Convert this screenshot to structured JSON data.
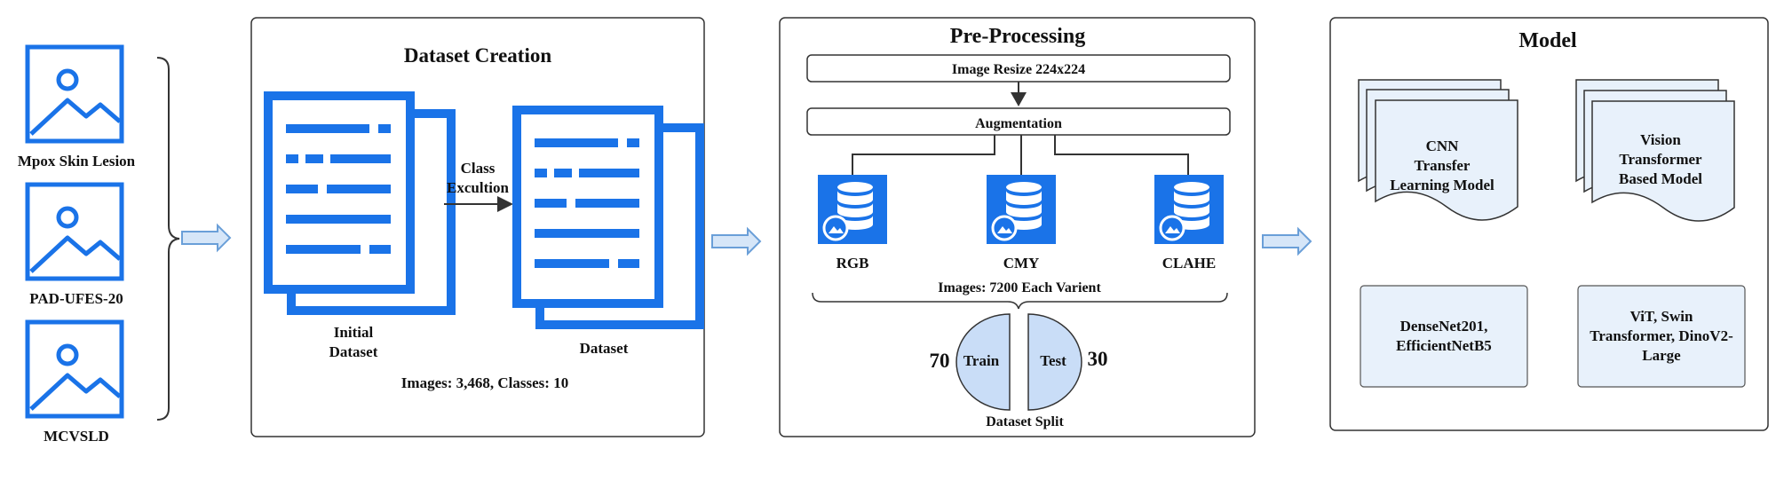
{
  "colors": {
    "accent": "#1a73e8",
    "panel_fill": "#ffffff",
    "soft_fill": "#e8f1fb",
    "pie_fill": "#c9ddf7",
    "border": "#333333"
  },
  "sources": {
    "items": [
      {
        "label": "Mpox Skin Lesion",
        "icon": "image-icon"
      },
      {
        "label": "PAD-UFES-20",
        "icon": "image-icon"
      },
      {
        "label": "MCVSLD",
        "icon": "image-icon"
      }
    ]
  },
  "dataset_creation": {
    "title": "Dataset Creation",
    "initial_label_line1": "Initial",
    "initial_label_line2": "Dataset",
    "arrow_label_line1": "Class",
    "arrow_label_line2": "Excultion",
    "dataset_label": "Dataset",
    "stats": "Images: 3,468, Classes: 10"
  },
  "preprocessing": {
    "title": "Pre-Processing",
    "resize_label": "Image Resize 224x224",
    "augmentation_label": "Augmentation",
    "variants": [
      "RGB",
      "CMY",
      "CLAHE"
    ],
    "variant_icon": "database-image-icon",
    "images_label": "Images: 7200 Each Varient",
    "split": {
      "train_label": "Train",
      "test_label": "Test",
      "train_value": "70",
      "test_value": "30",
      "caption": "Dataset Split"
    }
  },
  "model": {
    "title": "Model",
    "cnn_line1": "CNN",
    "cnn_line2": "Transfer",
    "cnn_line3": "Learning Model",
    "vit_line1": "Vision",
    "vit_line2": "Transformer",
    "vit_line3": "Based Model",
    "cnn_models_line1": "DenseNet201,",
    "cnn_models_line2": "EfficientNetB5",
    "vit_models_line1": "ViT, Swin",
    "vit_models_line2": "Transformer, DinoV2-",
    "vit_models_line3": "Large"
  }
}
